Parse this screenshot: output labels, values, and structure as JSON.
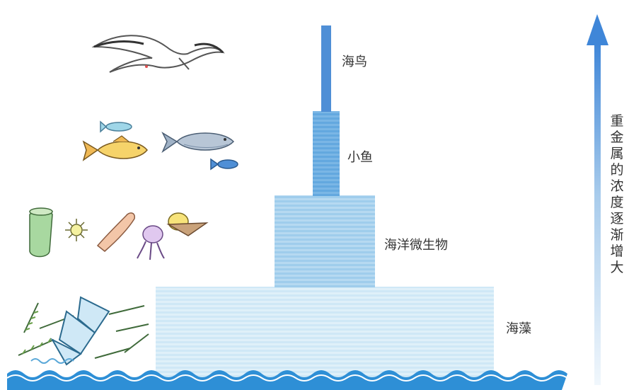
{
  "diagram": {
    "levels": [
      {
        "key": "seabird",
        "label": "海鸟",
        "rank": 4
      },
      {
        "key": "small_fish",
        "label": "小鱼",
        "rank": 3
      },
      {
        "key": "marine_microorganisms",
        "label": "海洋微生物",
        "rank": 2
      },
      {
        "key": "seaweed",
        "label": "海藻",
        "rank": 1
      }
    ],
    "axis_label": "重金属的浓度逐渐增大",
    "icons": {
      "seabird": "seagull-icon",
      "small_fish": "fish-icon",
      "marine_microorganisms": "microorganism-icon",
      "seaweed": "seaweed-icon",
      "water": "wave-icon",
      "arrow": "up-arrow-icon"
    },
    "colors": {
      "tier_light": "#d6ecf7",
      "tier_mid": "#a9d4ef",
      "tier_dark": "#6aaee0",
      "tier_top": "#4f8fd6",
      "water": "#2e8fd6",
      "arrow_top": "#3f86d8",
      "arrow_bottom": "#e9f3fb"
    }
  }
}
